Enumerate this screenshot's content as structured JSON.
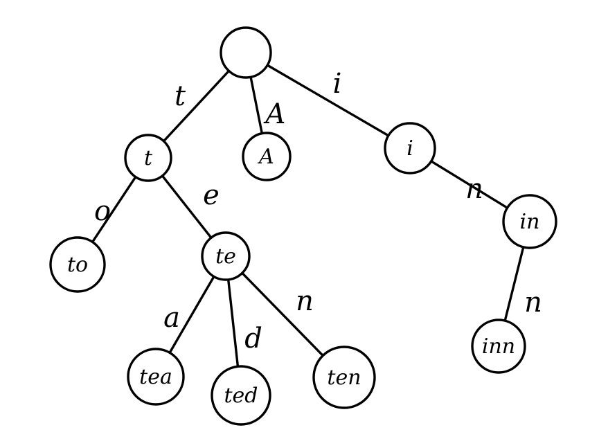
{
  "nodes": [
    {
      "id": "root",
      "label": ""
    },
    {
      "id": "t",
      "label": "t"
    },
    {
      "id": "A",
      "label": "A"
    },
    {
      "id": "i",
      "label": "i"
    },
    {
      "id": "to",
      "label": "to"
    },
    {
      "id": "te",
      "label": "te"
    },
    {
      "id": "in",
      "label": "in"
    },
    {
      "id": "tea",
      "label": "tea"
    },
    {
      "id": "ted",
      "label": "ted"
    },
    {
      "id": "ten",
      "label": "ten"
    },
    {
      "id": "inn",
      "label": "inn"
    }
  ],
  "edges": [
    {
      "from": "root",
      "to": "t",
      "label": "t"
    },
    {
      "from": "root",
      "to": "A",
      "label": "A"
    },
    {
      "from": "root",
      "to": "i",
      "label": "i"
    },
    {
      "from": "t",
      "to": "to",
      "label": "o"
    },
    {
      "from": "t",
      "to": "te",
      "label": "e"
    },
    {
      "from": "i",
      "to": "in",
      "label": "n"
    },
    {
      "from": "te",
      "to": "tea",
      "label": "a"
    },
    {
      "from": "te",
      "to": "ted",
      "label": "d"
    },
    {
      "from": "te",
      "to": "ten",
      "label": "n"
    },
    {
      "from": "in",
      "to": "inn",
      "label": "n"
    }
  ]
}
